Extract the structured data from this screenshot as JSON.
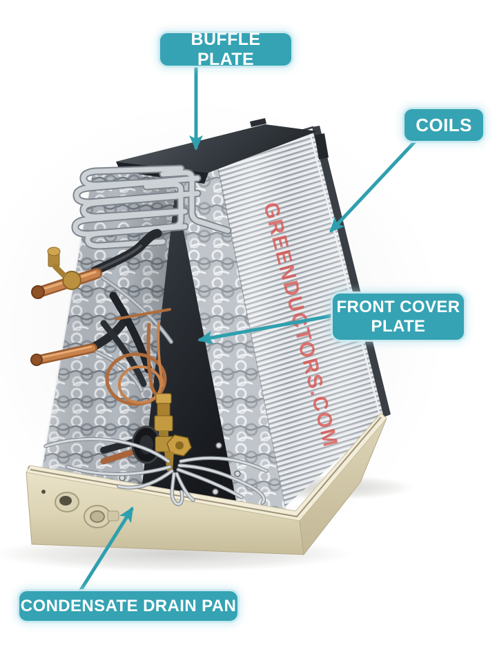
{
  "callouts": {
    "buffle_plate": {
      "label": "BUFFLE PLATE"
    },
    "coils": {
      "label": "COILS"
    },
    "front_cover_plate": {
      "label": "FRONT COVER PLATE"
    },
    "condensate_drain_pan": {
      "label": "CONDENSATE DRAIN PAN"
    }
  },
  "watermark": {
    "text": "GREENDUCTORS.COM",
    "color": "#d94b47"
  },
  "colors": {
    "callout_bg": "#35a3b3",
    "callout_text": "#ffffff",
    "callout_glow": "#c9e9f0",
    "arrow": "#2f9fae",
    "drain_pan": "#dcd4b4",
    "baffle_plate": "#34383d",
    "front_cover_plate": "#26292e",
    "coil_fins": "#dfe2e6",
    "coil_tubes": "#c2c7cd",
    "copper_pipe": "#c07a46",
    "brass_fitting": "#b9923f"
  }
}
